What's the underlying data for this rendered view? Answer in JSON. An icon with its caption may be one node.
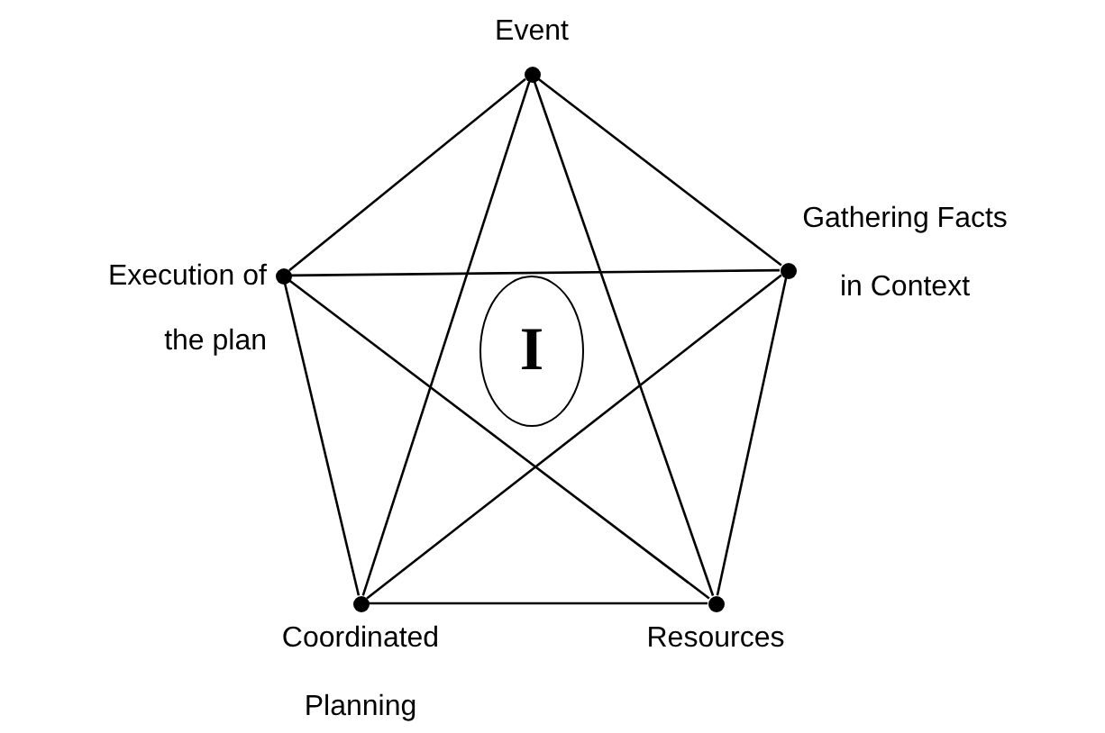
{
  "diagram": {
    "nodes": [
      {
        "text": [],
        "shape": "circle",
        "beside": [
          "Event"
        ]
      },
      {
        "text": [],
        "shape": "circle",
        "beside": [
          "Gathering Facts in Context"
        ]
      },
      {
        "text": [],
        "shape": "circle",
        "beside": [
          "Resources"
        ]
      },
      {
        "text": [],
        "shape": "circle",
        "beside": [
          "Coordinated Planning"
        ]
      },
      {
        "text": [],
        "shape": "circle",
        "beside": [
          "Execution of the plan"
        ]
      },
      {
        "text": [
          "I"
        ]
      }
    ],
    "edges": [
      {
        "from": 0,
        "to": 1,
        "arrow": "none"
      },
      {
        "from": 1,
        "to": 2,
        "arrow": "none"
      },
      {
        "from": 2,
        "to": 3,
        "arrow": "none"
      },
      {
        "from": 3,
        "to": 4,
        "arrow": "none"
      },
      {
        "from": 4,
        "to": 0,
        "arrow": "none"
      },
      {
        "from": 0,
        "to": 2,
        "arrow": "none"
      },
      {
        "from": 0,
        "to": 3,
        "arrow": "none"
      },
      {
        "from": 1,
        "to": 3,
        "arrow": "none"
      },
      {
        "from": 1,
        "to": 4,
        "arrow": "none"
      },
      {
        "from": 2,
        "to": 4,
        "arrow": "none"
      }
    ]
  }
}
